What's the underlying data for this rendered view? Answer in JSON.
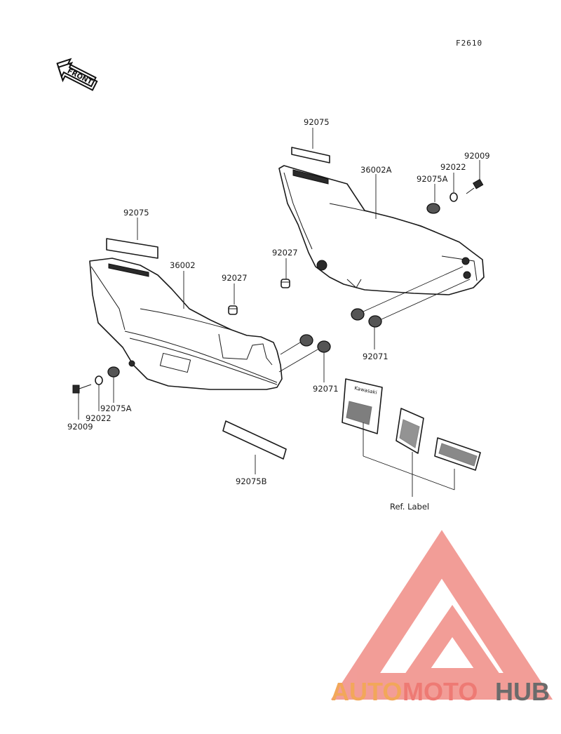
{
  "figure_code": "F2610",
  "front_arrow_text": "FRONT",
  "labels": {
    "top_strip_right": "92075",
    "cover_right": "36002A",
    "grommet_top_right": "92075A",
    "washer_top_right": "92022",
    "bolt_top_right": "92009",
    "strip_left": "92075",
    "cover_left": "36002",
    "damper_left": "92027",
    "damper_right": "92027",
    "rubber_right": "92071",
    "rubber_left": "92071",
    "bolt_bottom_left": "92009",
    "washer_bottom_left": "92022",
    "grommet_bottom_left": "92075A",
    "strip_bottom": "92075B",
    "ref_label": "Ref. Label"
  },
  "watermark": {
    "part1": "AUTO",
    "part2": "MOTO",
    "part3": "HUB",
    "colors": {
      "orange": "#f2a75a",
      "red": "#ee7a74",
      "gray": "#6b6b6b",
      "triangle": "#f08c86"
    }
  },
  "decal_brand": "Kawasaki"
}
